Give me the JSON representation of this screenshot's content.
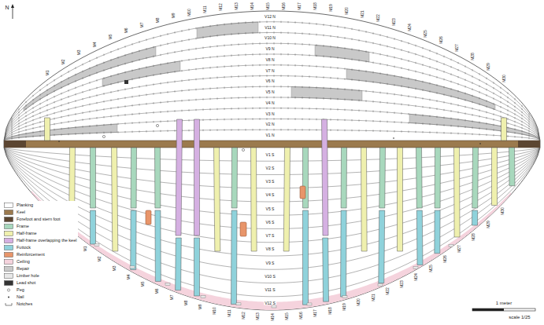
{
  "diagram": {
    "labels": [
      "N",
      "M1",
      "M2",
      "M3",
      "M4",
      "M5",
      "M6",
      "M7",
      "M8",
      "M9",
      "M10",
      "M11",
      "M12",
      "M13",
      "M14",
      "M15",
      "M16",
      "M17",
      "M18",
      "M19",
      "M20",
      "M21",
      "M22",
      "M23",
      "M24",
      "M25",
      "M26",
      "M27",
      "M28",
      "M29",
      "M30",
      "M1",
      "M2",
      "M3",
      "M4",
      "M5",
      "M6",
      "M7",
      "M8",
      "M9",
      "M10",
      "M11",
      "M12",
      "M13",
      "M14",
      "M15",
      "M16",
      "M17",
      "M18",
      "M19",
      "M20",
      "M21",
      "M22",
      "M23",
      "M24",
      "M25",
      "M26",
      "M27",
      "M28",
      "M29",
      "M30",
      "V12 N",
      "V11 N",
      "V10 N",
      "V9 N",
      "V8 N",
      "V7 N",
      "V6 N",
      "V5 N",
      "V4 N",
      "V3 N",
      "V2 N",
      "V1 N",
      "V1 S",
      "V2 S",
      "V3 S",
      "V4 S",
      "V5 S",
      "V6 S",
      "V7 S",
      "V8 S",
      "V9 S",
      "V10 S",
      "V11 S",
      "V12 S",
      "1 meter",
      "scale 1/25"
    ],
    "legend": [
      {
        "text": "Planking",
        "color": "#ffffff"
      },
      {
        "text": "Keel",
        "color": "#9b7a4e"
      },
      {
        "text": "Forefoot and stern foot",
        "color": "#5c4632"
      },
      {
        "text": "Frame",
        "color": "#a8d8bd"
      },
      {
        "text": "Half-frame",
        "color": "#eff0ae"
      },
      {
        "text": "Half-frame overlapping the keel",
        "color": "#d5b0e2"
      },
      {
        "text": "Futtock",
        "color": "#8fd2db"
      },
      {
        "text": "Reinforcement",
        "color": "#e8956a"
      },
      {
        "text": "Ceiling",
        "color": "#f5d3dd"
      },
      {
        "text": "Repair",
        "color": "#c9c9c9"
      },
      {
        "text": "Limber hole",
        "color": "#e8e8e8"
      },
      {
        "text": "Lead shot",
        "color": "#333333"
      },
      {
        "text": "Peg"
      },
      {
        "text": "Nail"
      },
      {
        "text": "Notches"
      }
    ]
  }
}
